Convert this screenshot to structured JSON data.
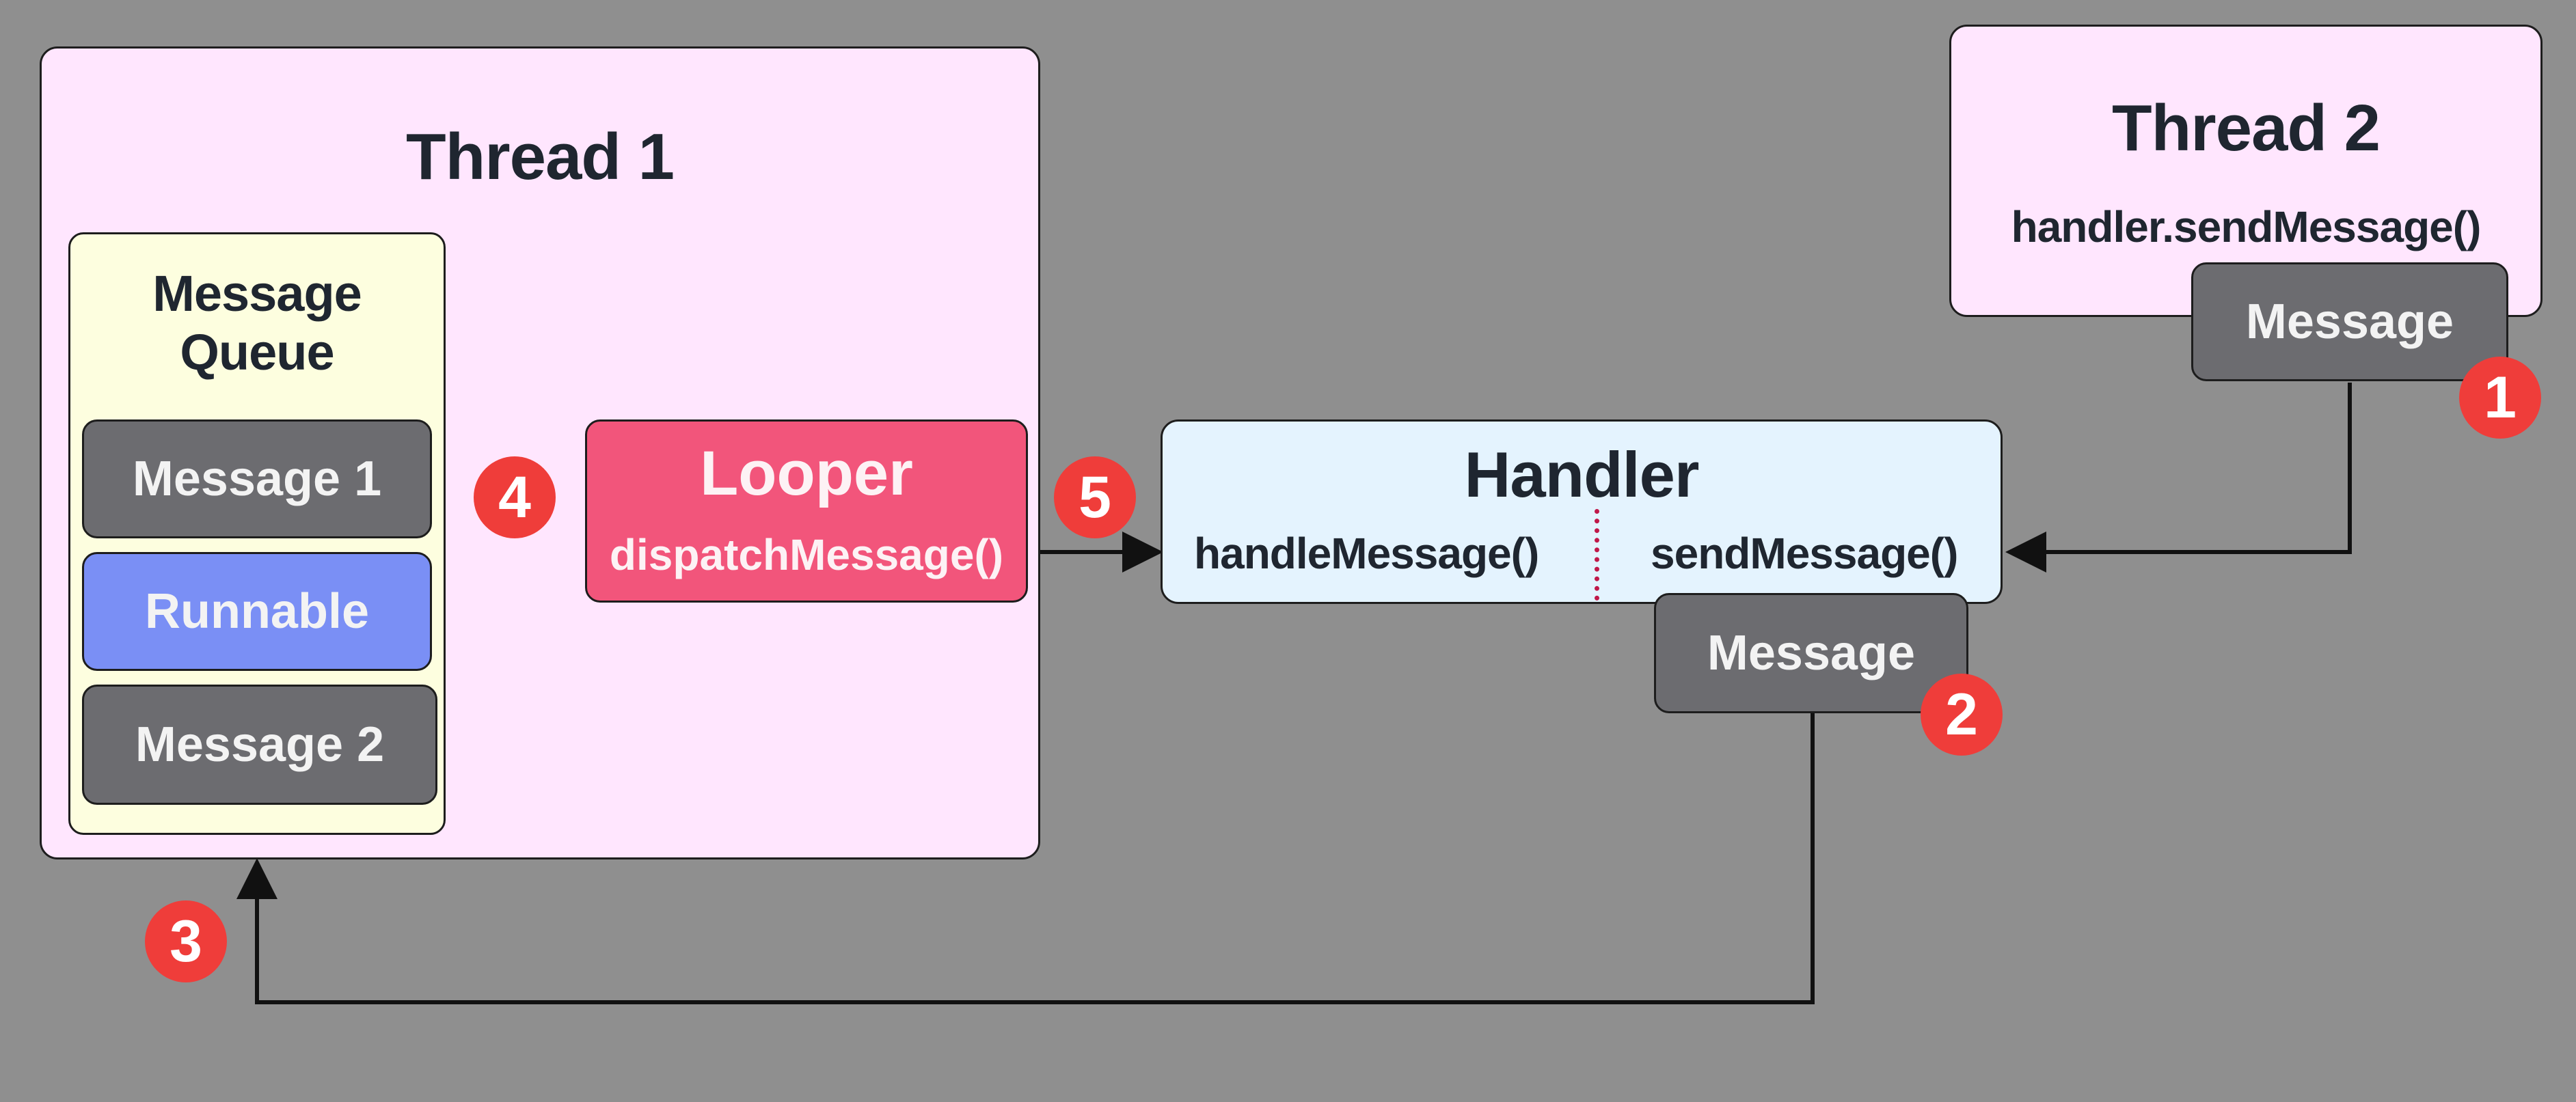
{
  "thread1": {
    "title": "Thread 1",
    "queue": {
      "title_line1": "Message",
      "title_line2": "Queue",
      "items": [
        "Message 1",
        "Runnable",
        "Message 2"
      ]
    },
    "looper": {
      "title": "Looper",
      "method": "dispatchMessage()"
    }
  },
  "thread2": {
    "title": "Thread 2",
    "call": "handler.sendMessage()",
    "message": "Message"
  },
  "handler": {
    "title": "Handler",
    "left_method": "handleMessage()",
    "right_method": "sendMessage()",
    "message": "Message"
  },
  "steps": [
    "1",
    "2",
    "3",
    "4",
    "5"
  ],
  "colors": {
    "background": "#8f8f8f",
    "thread": "#ffe6fe",
    "queue": "#fdfedf",
    "message": "#6c6c70",
    "runnable": "#7a8ff5",
    "looper": "#f2557b",
    "handler": "#e4f3fe",
    "badge": "#ef3d3a"
  }
}
